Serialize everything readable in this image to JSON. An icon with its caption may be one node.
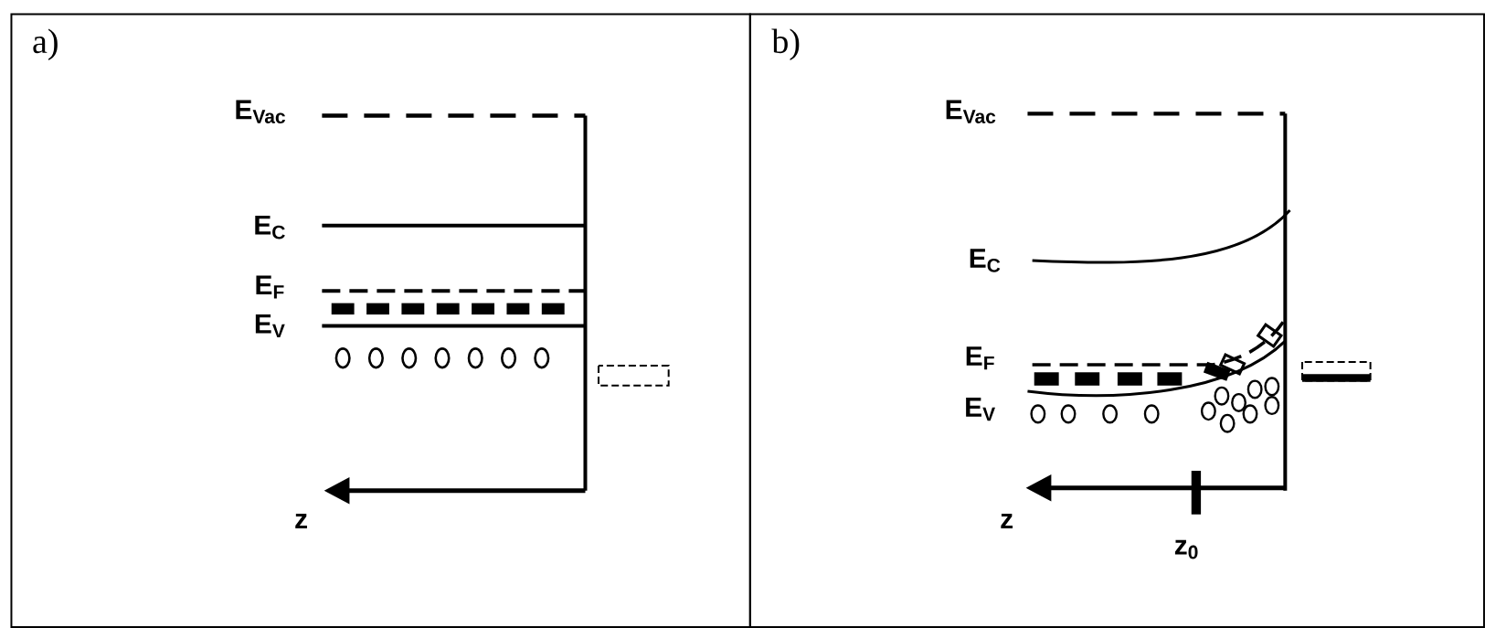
{
  "diagram": {
    "labels": [
      "a)",
      "E$_{Vac}$",
      "E$_{C}$",
      "E$_{F}$",
      "E$_{V}$",
      "z",
      "b)",
      "E$_{Vac}$",
      "E$_{C}$",
      "E$_{F}$",
      "E$_{V}$",
      "z",
      "z$_{0}$"
    ]
  }
}
